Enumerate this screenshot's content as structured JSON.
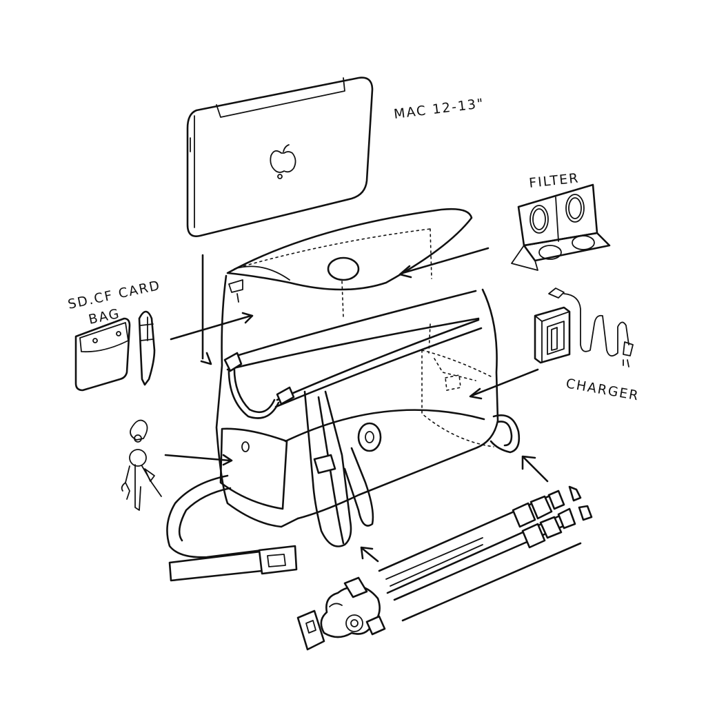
{
  "labels": {
    "mac": "MAC 12-13\"",
    "filter": "FILTER",
    "charger": "CHARGER",
    "sd_line1": "SD.CF CARD",
    "sd_line2": "BAG"
  },
  "colors": {
    "ink": "#111111",
    "paper": "#ffffff"
  }
}
